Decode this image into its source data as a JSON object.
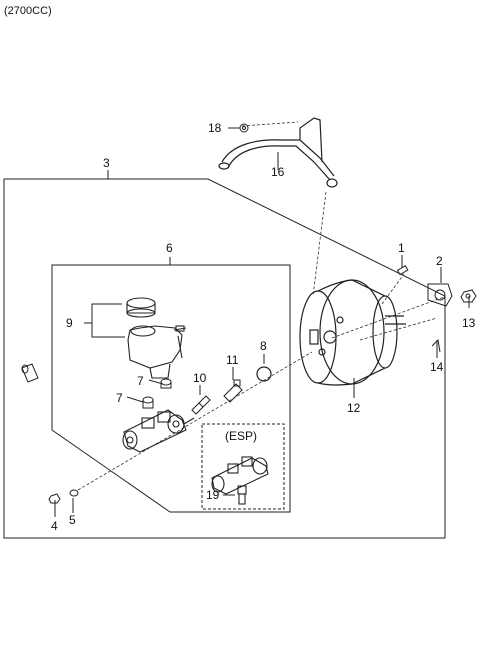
{
  "header": {
    "engine": "(2700CC)"
  },
  "esp": {
    "label": "(ESP)"
  },
  "callouts": [
    "1",
    "2",
    "3",
    "4",
    "5",
    "6",
    "7",
    "7",
    "8",
    "9",
    "10",
    "11",
    "12",
    "13",
    "14",
    "16",
    "18",
    "19"
  ]
}
